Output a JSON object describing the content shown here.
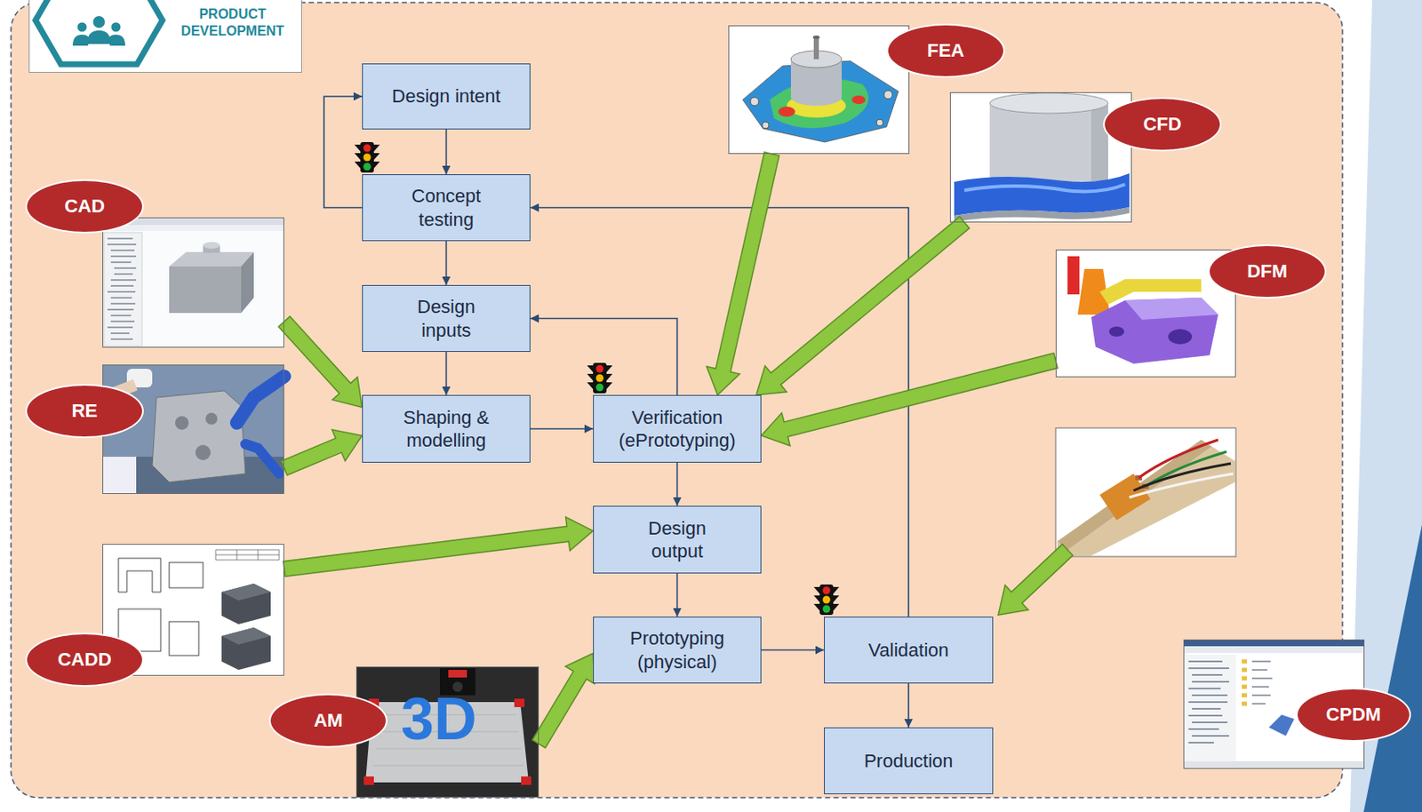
{
  "diagram": {
    "nodes": [
      {
        "text": [
          "PRODUCT DEVELOPMENT"
        ]
      },
      {
        "text": [
          "Design intent"
        ]
      },
      {
        "text": [
          "FEA"
        ]
      },
      {
        "text": [
          "CFD"
        ]
      },
      {
        "text": [
          "Concept testing"
        ]
      },
      {
        "text": [
          "CAD"
        ]
      },
      {
        "text": [
          "Design inputs"
        ]
      },
      {
        "text": [
          "DFM"
        ]
      },
      {
        "text": [
          "RE"
        ]
      },
      {
        "text": [
          "Shaping & modelling"
        ]
      },
      {
        "text": [
          "Verification (ePrototyping)"
        ]
      },
      {
        "text": [
          "Design output"
        ]
      },
      {
        "text": [
          "CADD"
        ]
      },
      {
        "text": [
          "Prototyping (physical)"
        ]
      },
      {
        "text": [
          "AM"
        ]
      },
      {
        "text": [
          "Validation"
        ]
      },
      {
        "text": [
          "CPDM"
        ]
      },
      {
        "text": [
          "Production"
        ]
      }
    ],
    "edges": [
      {
        "from": 1,
        "to": 4,
        "arrow": "to"
      },
      {
        "from": 4,
        "to": 1,
        "arrow": "to"
      },
      {
        "from": 4,
        "to": 6,
        "arrow": "to"
      },
      {
        "from": 6,
        "to": 9,
        "arrow": "to"
      },
      {
        "from": 9,
        "to": 10,
        "arrow": "to"
      },
      {
        "from": 10,
        "to": 6,
        "arrow": "to"
      },
      {
        "from": 10,
        "to": 11,
        "arrow": "to"
      },
      {
        "from": 11,
        "to": 13,
        "arrow": "to"
      },
      {
        "from": 13,
        "to": 15,
        "arrow": "to"
      },
      {
        "from": 15,
        "to": 4,
        "arrow": "to"
      },
      {
        "from": 15,
        "to": 17,
        "arrow": "to"
      },
      {
        "from": 5,
        "to": 9,
        "arrow": "to"
      },
      {
        "from": 8,
        "to": 9,
        "arrow": "to"
      },
      {
        "from": 2,
        "to": 10,
        "arrow": "to"
      },
      {
        "from": 3,
        "to": 10,
        "arrow": "to"
      },
      {
        "from": 7,
        "to": 10,
        "arrow": "to"
      },
      {
        "from": 12,
        "to": 11,
        "arrow": "to"
      },
      {
        "from": 14,
        "to": 13,
        "arrow": "to"
      }
    ],
    "labels": [
      "3D"
    ]
  }
}
